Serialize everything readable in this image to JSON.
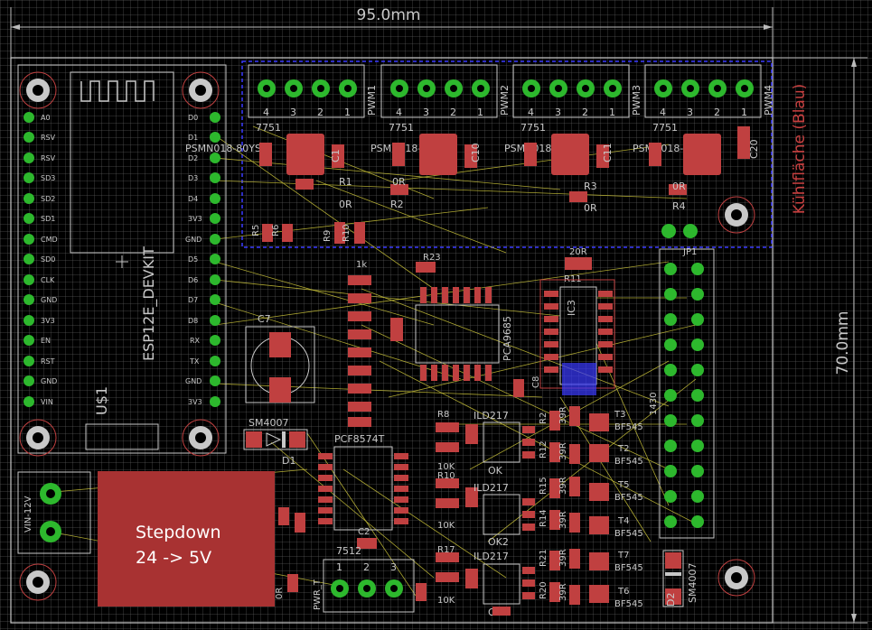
{
  "dimensions": {
    "width_label": "95.0mm",
    "height_label": "70.0mm"
  },
  "module": {
    "name": "ESP12E_DEVKIT",
    "ref": "U$1",
    "left_pins": [
      "A0",
      "RSV",
      "RSV",
      "SD3",
      "SD2",
      "SD1",
      "CMD",
      "SD0",
      "CLK",
      "GND",
      "3V3",
      "EN",
      "RST",
      "GND",
      "VIN"
    ],
    "right_pins": [
      "D0",
      "D1",
      "D2",
      "D3",
      "D4",
      "3V3",
      "GND",
      "D5",
      "D6",
      "D7",
      "D8",
      "RX",
      "TX",
      "GND",
      "3V3"
    ]
  },
  "pwm_blocks": [
    {
      "label": "PWM1",
      "regulator": "7751",
      "part": "PSMN018-80YS",
      "cap": "C1",
      "res_top": "R1",
      "res_top_val": "0R"
    },
    {
      "label": "PWM2",
      "regulator": "7751",
      "part": "PSMN018-80YS",
      "cap": "C10",
      "res_top": "R2",
      "res_top_val": "0R"
    },
    {
      "label": "PWM3",
      "regulator": "7751",
      "part": "PSMN018-80YS",
      "cap": "C11",
      "res_top": "R3",
      "res_top_val": "0R"
    },
    {
      "label": "PWM4",
      "regulator": "7751",
      "part": "PSMN018-80YS",
      "cap": "C20",
      "res_top": "R4",
      "res_top_val": "0R"
    }
  ],
  "terminal_pins": [
    "4",
    "3",
    "2",
    "1"
  ],
  "heatsink_label": "Kühlfläche (Blau)",
  "stepdown": {
    "line1": "Stepdown",
    "line2": "24 -> 5V"
  },
  "power_in": "VIN-12V",
  "diodes": [
    {
      "ref": "D1",
      "part": "SM4007"
    },
    {
      "ref": "D2",
      "part": "SM4007"
    }
  ],
  "cap_c7": "C7",
  "cap_c2": "C2",
  "cap_c8": "C8",
  "ic_labels": [
    "PCF8574T",
    "IC3",
    "PCA9685",
    "7512"
  ],
  "small_res": [
    "R5",
    "R6",
    "R9",
    "R10",
    "R23",
    "1k",
    "20R",
    "R11"
  ],
  "octocouplers": [
    {
      "ref": "OK",
      "part": "ILD217"
    },
    {
      "ref": "OK2",
      "part": "ILD217"
    },
    {
      "ref": "OK3",
      "part": "ILD217"
    }
  ],
  "res_10k": [
    "R8",
    "10K",
    "R10",
    "10K",
    "R17",
    "10K"
  ],
  "transistors": [
    {
      "ref": "T3",
      "part": "BF545"
    },
    {
      "ref": "T2",
      "part": "BF545"
    },
    {
      "ref": "T5",
      "part": "BF545"
    },
    {
      "ref": "T4",
      "part": "BF545"
    },
    {
      "ref": "T7",
      "part": "BF545"
    },
    {
      "ref": "T6",
      "part": "BF545"
    }
  ],
  "r39": "39R",
  "jp_label": "JP1",
  "jp_side": "1430",
  "bottom_terminal_pins": [
    "1",
    "2",
    "3"
  ],
  "bottom_labels": [
    "0R",
    "PWR_T"
  ],
  "side_res": [
    "R2",
    "R12",
    "R15",
    "R14",
    "R21",
    "R20"
  ]
}
